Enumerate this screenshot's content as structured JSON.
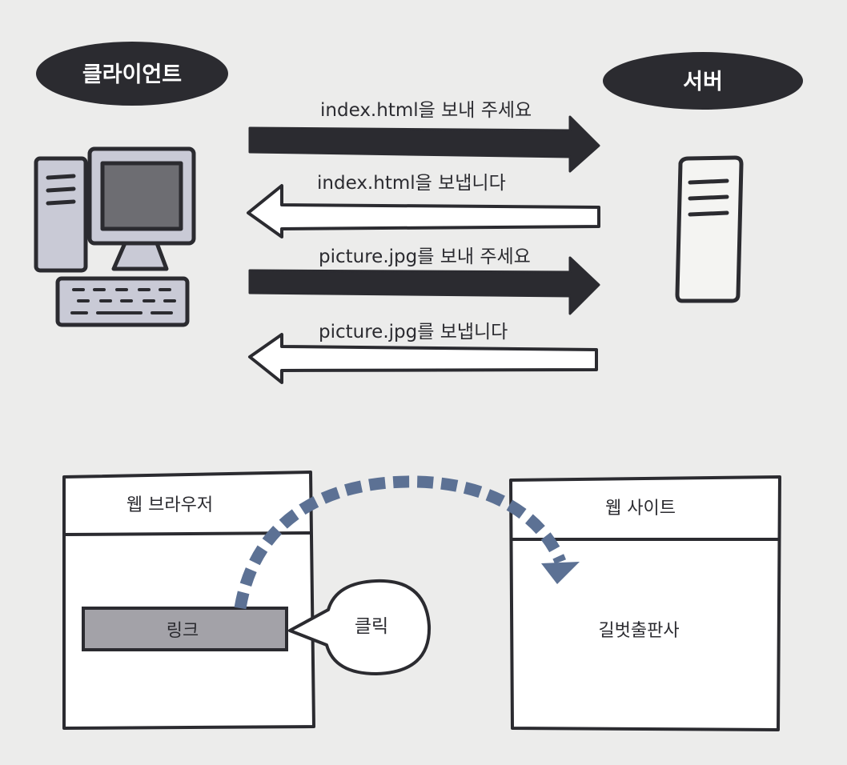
{
  "client_label": "클라이언트",
  "server_label": "서버",
  "messages": [
    {
      "text": "index.html을 보내 주세요",
      "direction": "request"
    },
    {
      "text": "index.html을 보냅니다",
      "direction": "response"
    },
    {
      "text": "picture.jpg를 보내 주세요",
      "direction": "request"
    },
    {
      "text": "picture.jpg를 보냅니다",
      "direction": "response"
    }
  ],
  "browser": {
    "title": "웹 브라우저",
    "link_label": "링크"
  },
  "click_bubble": "클릭",
  "website": {
    "title": "웹 사이트",
    "content": "길벗출판사"
  },
  "colors": {
    "background": "#ececeb",
    "dark": "#2b2b30",
    "screen_gray": "#6d6d72",
    "light_fill": "#c9cad6",
    "link_fill": "#a3a2a8",
    "dash_blue": "#5c7194"
  }
}
